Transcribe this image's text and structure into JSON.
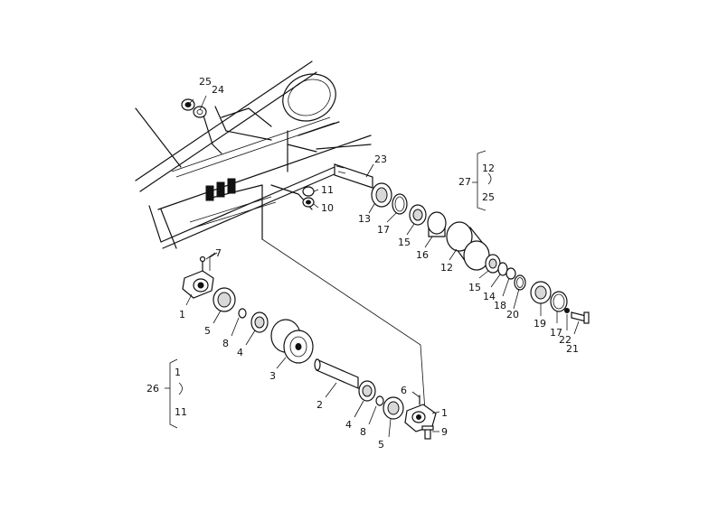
{
  "labels": {
    "p25_top": "25",
    "p24": "24",
    "p23": "23",
    "p11": "11",
    "p10": "10",
    "p13": "13",
    "p17_upper": "17",
    "p15_upper": "15",
    "p16": "16",
    "p12": "12",
    "p15_lower": "15",
    "p14": "14",
    "p18": "18",
    "p20": "20",
    "p19": "19",
    "p17_lower": "17",
    "p22": "22",
    "p21": "21",
    "p7": "7",
    "p1_left": "1",
    "p5_left": "5",
    "p8_left": "8",
    "p4_left": "4",
    "p3": "3",
    "p2": "2",
    "p4_right": "4",
    "p8_right": "8",
    "p5_right": "5",
    "p6": "6",
    "p1_right": "1",
    "p9": "9",
    "group27": "27",
    "group27_from": "12",
    "group27_to": "25",
    "group26": "26",
    "group26_from": "1",
    "group26_to": "11"
  }
}
